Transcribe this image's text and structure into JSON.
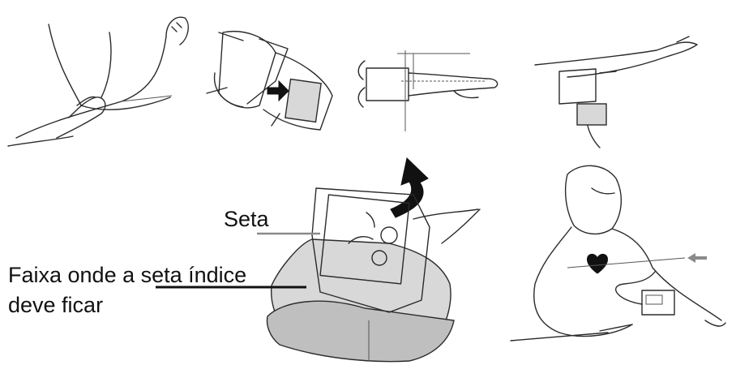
{
  "labels": {
    "arrow_label": "Seta",
    "band_label_line1": "Faixa onde a seta índice",
    "band_label_line2": "deve ficar"
  },
  "colors": {
    "line": "#2b2b2b",
    "cuff_fill": "#d8d8d8",
    "pointer_grey": "#8a8a8a",
    "text": "#111111"
  }
}
